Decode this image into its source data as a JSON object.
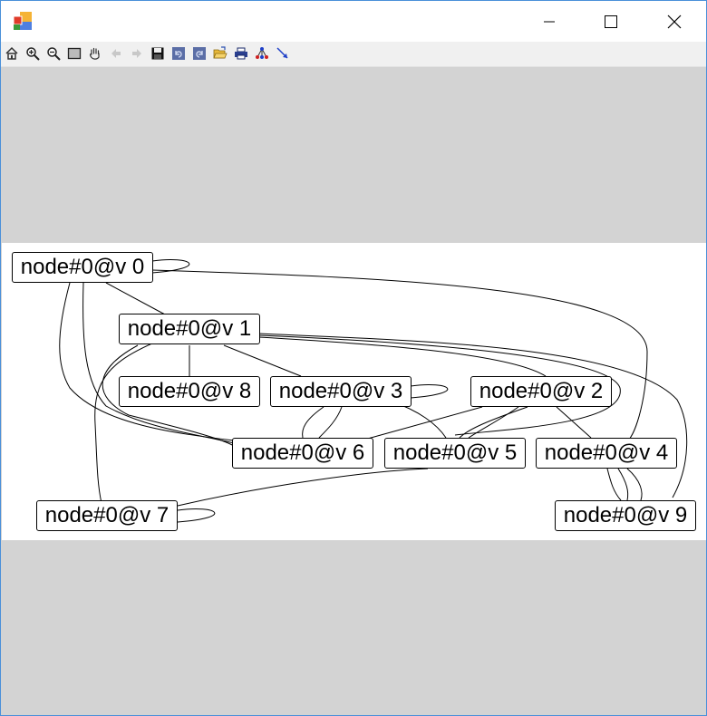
{
  "window": {
    "icon": "app-icon",
    "controls": {
      "minimize_icon": "minimize-icon",
      "maximize_icon": "maximize-icon",
      "close_icon": "close-icon"
    }
  },
  "toolbar": {
    "buttons": [
      {
        "icon": "home-icon"
      },
      {
        "icon": "zoom-in-icon"
      },
      {
        "icon": "zoom-out-icon"
      },
      {
        "icon": "window-zoom-icon"
      },
      {
        "icon": "pan-hand-icon"
      },
      {
        "icon": "back-arrow-icon"
      },
      {
        "icon": "forward-arrow-icon"
      },
      {
        "icon": "save-icon"
      },
      {
        "icon": "undo-icon"
      },
      {
        "icon": "redo-icon"
      },
      {
        "icon": "open-folder-icon"
      },
      {
        "icon": "print-icon"
      },
      {
        "icon": "layout-graph-icon"
      },
      {
        "icon": "insert-edge-icon"
      }
    ]
  },
  "graph": {
    "nodes": {
      "v0": "node#0@v 0",
      "v1": "node#0@v 1",
      "v8": "node#0@v 8",
      "v3": "node#0@v 3",
      "v2": "node#0@v 2",
      "v6": "node#0@v 6",
      "v5": "node#0@v 5",
      "v4": "node#0@v 4",
      "v7": "node#0@v 7",
      "v9": "node#0@v 9"
    },
    "colors": {
      "canvas_background": "#d3d3d3",
      "graph_background": "#ffffff",
      "edge": "#000000",
      "node_border": "#000000"
    }
  }
}
